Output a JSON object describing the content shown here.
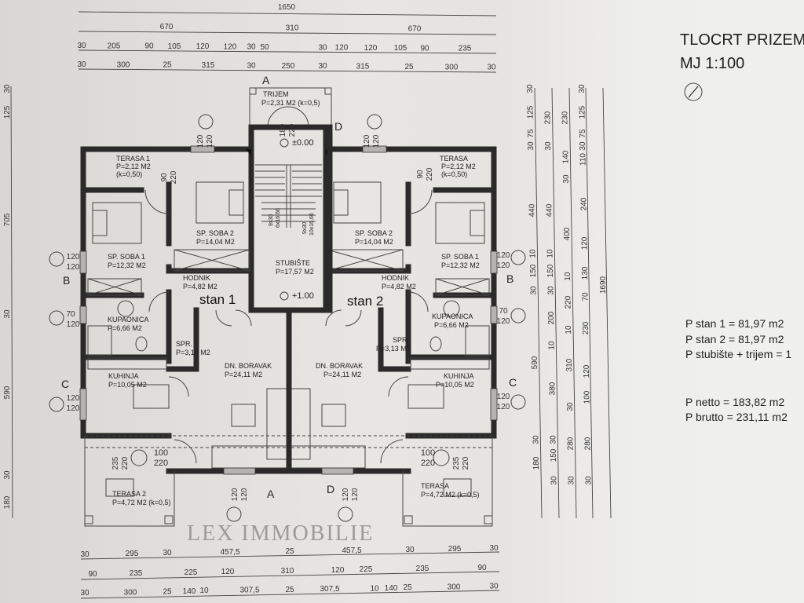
{
  "title": "TLOCRT PRIZEMLJA",
  "scale": "MJ 1:100",
  "areas": {
    "stan1": "P stan 1 = 81,97 m2",
    "stan2": "P stan 2 = 81,97 m2",
    "stubiste_trijem": "P stubište + trijem = 1",
    "netto": "P netto = 183,82 m2",
    "brutto": "P brutto = 231,11 m2"
  },
  "rooms": {
    "trijem": {
      "name": "TRIJEM",
      "area": "P=2,31 M2 (k=0,5)"
    },
    "terasa1": {
      "name": "TERASA 1",
      "area": "P=2,12 M2",
      "k": "(k=0,50)"
    },
    "terasa_r": {
      "name": "TERASA",
      "area": "P=2,12 M2",
      "k": "(k=0,50)"
    },
    "soba2_l": {
      "name": "SP. SOBA 2",
      "area": "P=14,04 M2"
    },
    "soba2_r": {
      "name": "SP. SOBA 2",
      "area": "P=14,04 M2"
    },
    "soba1_l": {
      "name": "SP. SOBA 1",
      "area": "P=12,32 M2"
    },
    "soba1_r": {
      "name": "SP. SOBA 1",
      "area": "P=12,32 M2"
    },
    "stubiste": {
      "name": "STUBIŠTE",
      "area": "P=17,57 M2"
    },
    "hodnik_l": {
      "name": "HODNIK",
      "area": "P=4,82 M2"
    },
    "hodnik_r": {
      "name": "HODNIK",
      "area": "P=4,82 M2"
    },
    "kupaonica_l": {
      "name": "KUPAONICA",
      "area": "P=6,66 M2"
    },
    "kupaonica_r": {
      "name": "KUPAONICA",
      "area": "P=6,66 M2"
    },
    "spr_l": {
      "name": "SPR.",
      "area": "P=3,13 M2"
    },
    "spr_r": {
      "name": "SPR.",
      "area": "P=3,13 M2"
    },
    "boravak_l": {
      "name": "DN. BORAVAK",
      "area": "P=24,11 M2"
    },
    "boravak_r": {
      "name": "DN. BORAVAK",
      "area": "P=24,11 M2"
    },
    "kuhinja_l": {
      "name": "KUHINJA",
      "area": "P=10,05 M2"
    },
    "kuhinja_r": {
      "name": "KUHINJA",
      "area": "P=10,05 M2"
    },
    "terasa2": {
      "name": "TERASA 2",
      "area": "P=4,72 M2 (k=0,5)"
    },
    "terasa_b": {
      "name": "TERASA",
      "area": "P=4,72 M2 (k=0,5)"
    }
  },
  "units": {
    "stan1": "stan 1",
    "stan2": "stan 2"
  },
  "levels": {
    "ground": "±0.00",
    "upper": "+1.00"
  },
  "stairs": {
    "flight1_a": "9x30",
    "flight1_b": "6x16,66",
    "flight2_a": "9x30",
    "flight2_b": "10x16,66"
  },
  "sections": {
    "a": "A",
    "b": "B",
    "c": "C",
    "d": "D"
  },
  "openings": {
    "w120": "120",
    "w70": "70",
    "h120": "120",
    "d180": "180",
    "d90": "90",
    "h220": "220",
    "d100": "100",
    "d235": "235"
  },
  "watermark": "LEX IMMOBILIE",
  "dimensions": {
    "top": [
      [
        "1650"
      ],
      [
        "670",
        "310",
        "670"
      ],
      [
        "30",
        "205",
        "90",
        "105",
        "120",
        "120",
        "30",
        "50",
        "30",
        "120",
        "120",
        "105",
        "90",
        "235"
      ],
      [
        "30",
        "300",
        "25",
        "315",
        "30",
        "250",
        "30",
        "315",
        "25",
        "300",
        "30"
      ]
    ],
    "bottom": [
      [
        "30",
        "295",
        "30",
        "457,5",
        "25",
        "457,5",
        "30",
        "295",
        "30"
      ],
      [
        "90",
        "235",
        "225",
        "120",
        "310",
        "120",
        "225",
        "235",
        "90"
      ],
      [
        "30",
        "300",
        "25",
        "140",
        "10",
        "307,5",
        "25",
        "307,5",
        "10",
        "140",
        "25",
        "300",
        "30"
      ]
    ],
    "right": [
      [
        "30",
        "125",
        "75",
        "30",
        "440",
        "10",
        "150",
        "30",
        "590",
        "30",
        "180"
      ],
      [
        "230",
        "30",
        "440",
        "10",
        "150",
        "30",
        "200",
        "10",
        "380",
        "30",
        "150",
        "30"
      ],
      [
        "230",
        "140",
        "30",
        "400",
        "10",
        "220",
        "10",
        "310",
        "30",
        "280",
        "30"
      ],
      [
        "30",
        "125",
        "75",
        "30",
        "110",
        "240",
        "120",
        "130",
        "70",
        "230",
        "120",
        "100",
        "280",
        "30"
      ],
      [
        "1690"
      ]
    ],
    "left": [
      "30",
      "125",
      "705",
      "30",
      "590",
      "30",
      "180"
    ]
  }
}
